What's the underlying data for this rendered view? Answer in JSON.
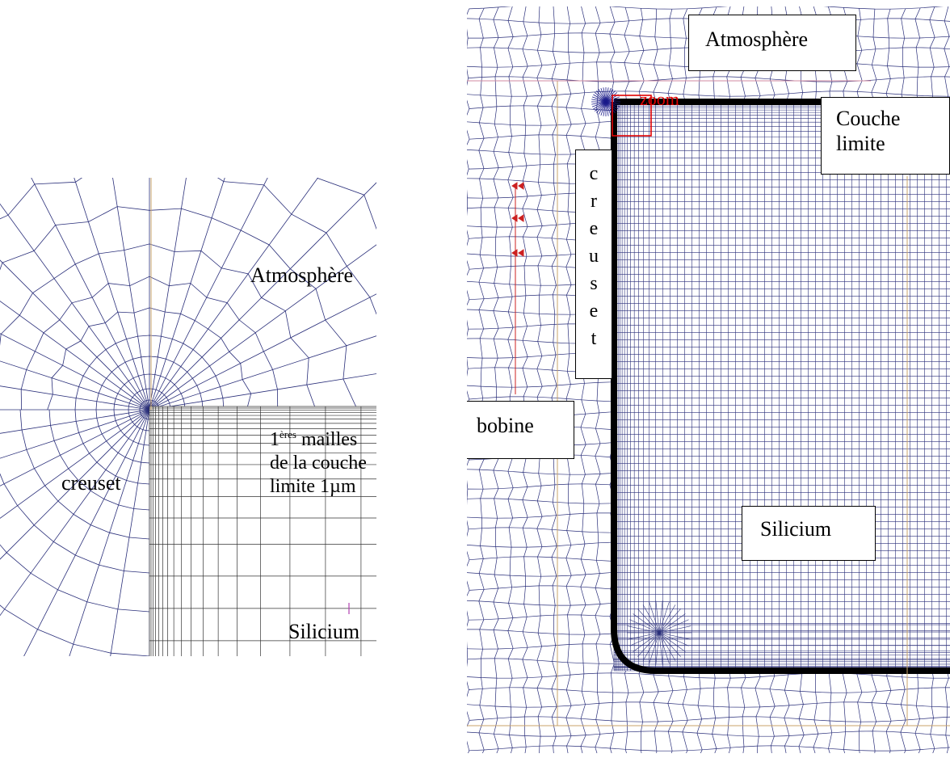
{
  "left_panel": {
    "labels": {
      "atmosphere": "Atmosphère",
      "meshes_line1_sup": "ères",
      "meshes_line1_prefix": "1",
      "meshes_line1_suffix": " mailles",
      "meshes_line2": "de la couche",
      "meshes_line3": "limite 1µm",
      "crucible": "creuset",
      "silicon": "Silicium"
    }
  },
  "right_panel": {
    "labels": {
      "atmosphere": "Atmosphère",
      "zoom": "zoom",
      "boundary_line1": "Couche",
      "boundary_line2": "limite",
      "crucible_letters": [
        "c",
        "r",
        "e",
        "u",
        "s",
        "e",
        "t"
      ],
      "coil": "bobine",
      "silicon": "Silicium"
    }
  },
  "colors": {
    "mesh": "#2a2f7a",
    "boundary": "#000000",
    "zoom_box": "#e00000",
    "guide": "#c9a36a",
    "marker": "#cc2020"
  }
}
